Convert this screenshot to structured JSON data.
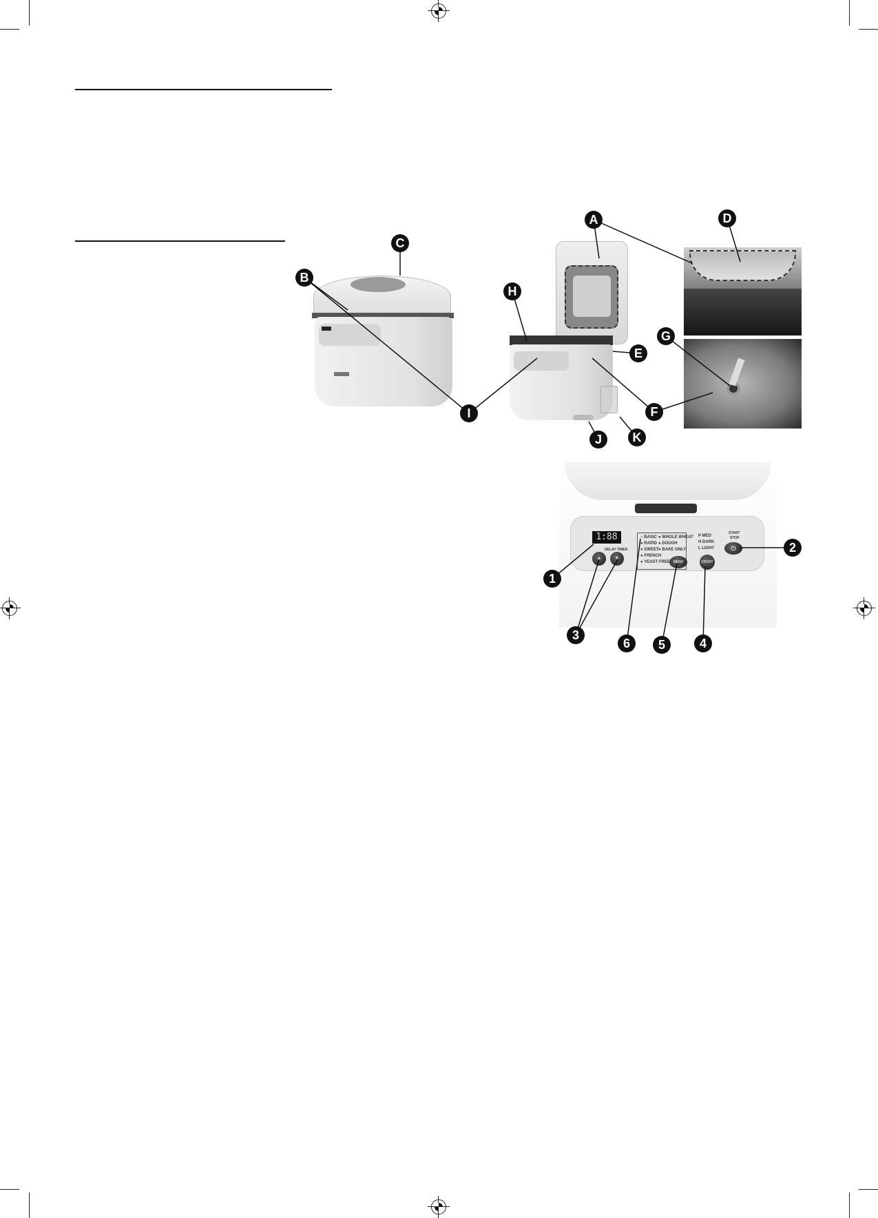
{
  "callouts": {
    "parts": [
      "A",
      "B",
      "C",
      "D",
      "E",
      "F",
      "G",
      "H",
      "I",
      "J",
      "K"
    ],
    "controls": [
      "1",
      "2",
      "3",
      "4",
      "5",
      "6"
    ]
  },
  "control_panel": {
    "display": "1:88",
    "delay_timer": "DELAY TIMER",
    "programs": [
      "BASIC",
      "RAPID",
      "SWEET",
      "FRENCH",
      "YEAST FREE",
      "WHOLE WHEAT",
      "DOUGH",
      "BAKE ONLY"
    ],
    "menu_button": "MENU",
    "crust_levels": [
      "P MED",
      "H DARK",
      "L LIGHT"
    ],
    "crust_button": "CRUST",
    "start_stop": [
      "START",
      "STOP"
    ],
    "power_icon": "power-icon"
  },
  "colors": {
    "ink": "#111111",
    "appliance": "#e8e8e8",
    "panel": "#d9d9d9"
  }
}
